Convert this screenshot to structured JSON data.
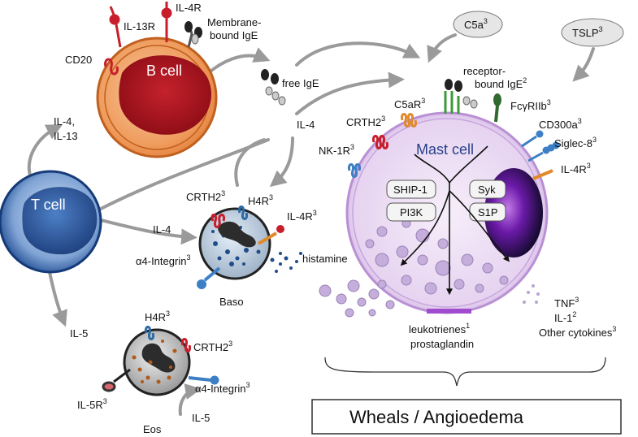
{
  "cells": {
    "bcell": "B cell",
    "tcell": "T cell",
    "mast": "Mast cell",
    "baso": "Baso",
    "eos": "Eos"
  },
  "bcell_labels": {
    "il13r": "IL-13R",
    "il4r": "IL-4R",
    "cd20": "CD20",
    "membrane_ige": [
      "Membrane-",
      "bound IgE"
    ]
  },
  "mediators": {
    "free_ige": "free IgE",
    "il4_top": "IL-4",
    "il4_13": [
      "IL-4,",
      "IL-13"
    ],
    "il4_baso": "IL-4",
    "il5_t": "IL-5",
    "il5_eos": "IL-5",
    "histamine": "histamine",
    "c5a": "C5a",
    "tslp": "TSLP"
  },
  "mast_receptors": {
    "receptor_ige": [
      "receptor-",
      "bound IgE"
    ],
    "c5ar": "C5aR",
    "fcgr": "FcγRIIb",
    "crth2": "CRTH2",
    "cd300a": "CD300a",
    "nk1r": "NK-1R",
    "siglec8": "Siglec-8",
    "il4r": "IL-4R"
  },
  "signaling": {
    "ship1": "SHIP-1",
    "pi3k": "PI3K",
    "syk": "Syk",
    "s1p": "S1P"
  },
  "baso_receptors": {
    "crth2": "CRTH2",
    "h4r": "H4R",
    "il4r": "IL-4R",
    "a4": "α4-Integrin"
  },
  "eos_receptors": {
    "h4r": "H4R",
    "crth2": "CRTH2",
    "il5r": "IL-5R",
    "a4": "α4-Integrin"
  },
  "sup": {
    "three": "3",
    "two": "2",
    "one": "1"
  },
  "outputs": {
    "leukotrienes": "leukotrienes",
    "prostaglandin": "prostaglandin",
    "tnf": "TNF",
    "il1": "IL-1",
    "other": "Other cytokines"
  },
  "result": "Wheals / Angioedema",
  "colors": {
    "bcell_outer": "#f0a062",
    "bcell_nucleus": "#b3141e",
    "tcell": "#2f5ea5",
    "mast_outer": "#e2c9ee",
    "mast_inner": "#eee3f6",
    "mast_nucleus": "#6a1fa0",
    "arrow": "#9a9a9a",
    "receptor_red": "#c81e2c",
    "receptor_blue": "#3d7fc4",
    "receptor_green": "#3c9a3a",
    "receptor_orange": "#e08a2c"
  }
}
